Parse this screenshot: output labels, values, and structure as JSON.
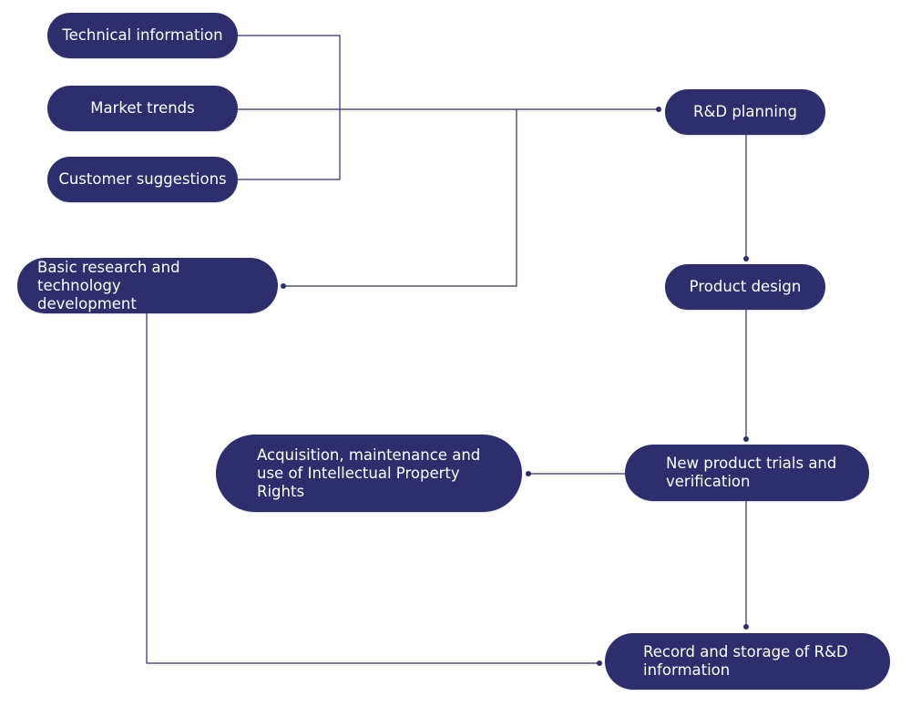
{
  "colors": {
    "node_fill": "#2e2e6e",
    "node_text": "#ffffff",
    "connector": "#2e2e6e",
    "background": "#ffffff"
  },
  "nodes": {
    "technical_information": "Technical information",
    "market_trends": "Market trends",
    "customer_suggestions": "Customer suggestions",
    "rd_planning": "R&D planning",
    "basic_research": "Basic research and technology\ndevelopment",
    "product_design": "Product design",
    "ip_rights": "Acquisition, maintenance and\nuse of Intellectual Property\nRights",
    "new_product_trials": "New product trials and\nverification",
    "record_storage": "Record and storage of R&D\ninformation"
  },
  "edges": [
    {
      "from": "technical_information",
      "to": "rd_planning"
    },
    {
      "from": "market_trends",
      "to": "rd_planning"
    },
    {
      "from": "customer_suggestions",
      "to": "rd_planning"
    },
    {
      "from": "market_trends",
      "to": "basic_research"
    },
    {
      "from": "rd_planning",
      "to": "product_design"
    },
    {
      "from": "product_design",
      "to": "new_product_trials"
    },
    {
      "from": "new_product_trials",
      "to": "ip_rights"
    },
    {
      "from": "new_product_trials",
      "to": "record_storage"
    },
    {
      "from": "basic_research",
      "to": "record_storage"
    }
  ]
}
